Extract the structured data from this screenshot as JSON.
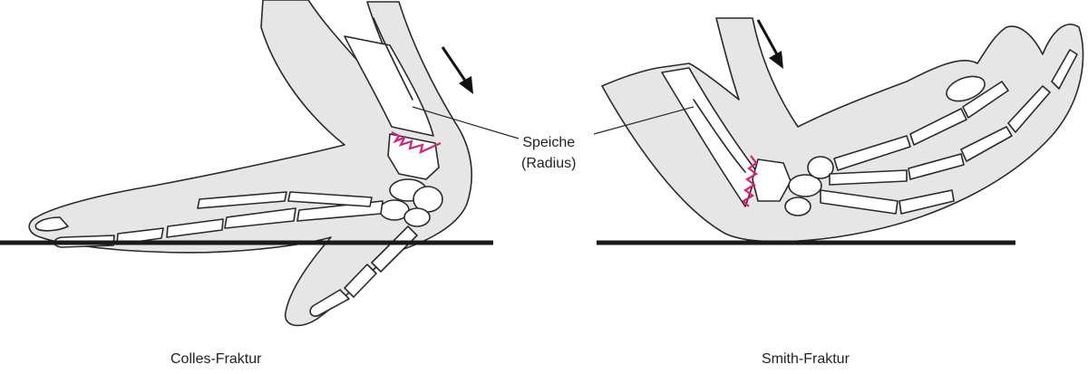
{
  "labels": {
    "colles": "Colles-Fraktur",
    "smith": "Smith-Fraktur",
    "speiche_1": "Speiche",
    "speiche_2": "(Radius)"
  },
  "colors": {
    "skin": "#e6e6e6",
    "bone": "#ffffff",
    "outline": "#2a2a2a",
    "fracture": "#d6217a",
    "surface": "#1a1a1a"
  }
}
